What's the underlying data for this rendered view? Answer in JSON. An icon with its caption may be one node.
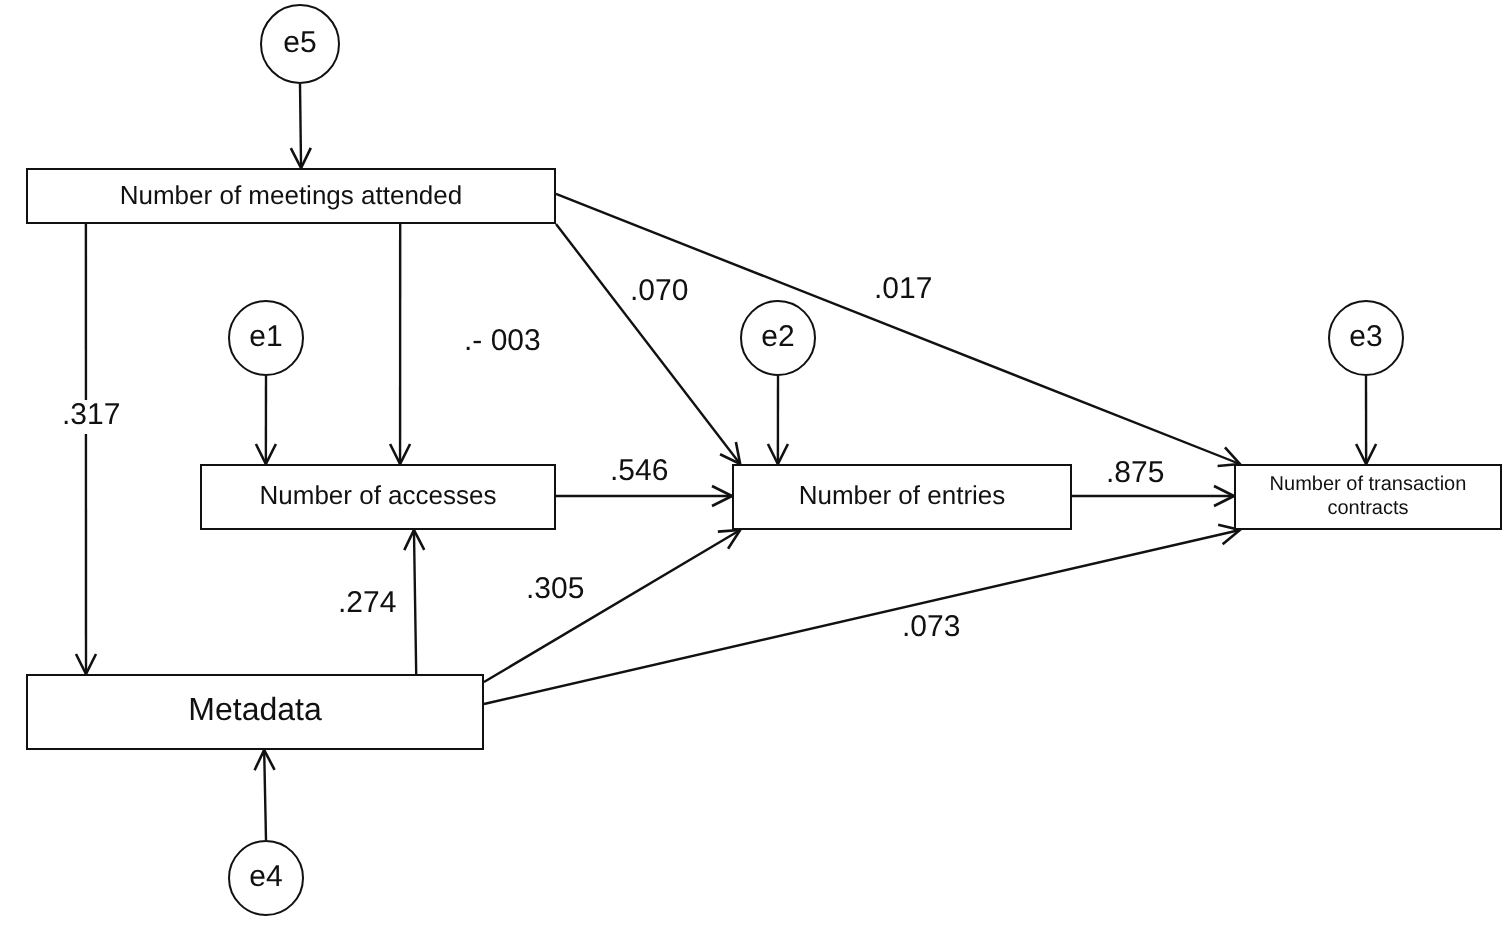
{
  "diagram": {
    "nodes": [
      {
        "text": [
          "e5"
        ]
      },
      {
        "text": [
          "Number of meetings attended"
        ]
      },
      {
        "text": [
          "e1"
        ]
      },
      {
        "text": [
          "Number of accesses"
        ]
      },
      {
        "text": [
          "e2"
        ]
      },
      {
        "text": [
          "Number of entries"
        ]
      },
      {
        "text": [
          "e3"
        ]
      },
      {
        "text": [
          "Number of transaction contracts"
        ]
      },
      {
        "text": [
          "Metadata"
        ]
      },
      {
        "text": [
          "e4"
        ]
      }
    ],
    "edges": [
      {
        "from": 0,
        "to": 1,
        "arrow": "to"
      },
      {
        "from": 1,
        "to": 8,
        "arrow": "to",
        "label": ".317"
      },
      {
        "from": 1,
        "to": 3,
        "arrow": "to",
        "label": ".- 003"
      },
      {
        "from": 1,
        "to": 5,
        "arrow": "to",
        "label": ".070"
      },
      {
        "from": 1,
        "to": 7,
        "arrow": "to",
        "label": ".017"
      },
      {
        "from": 2,
        "to": 3,
        "arrow": "to"
      },
      {
        "from": 4,
        "to": 5,
        "arrow": "to"
      },
      {
        "from": 6,
        "to": 7,
        "arrow": "to"
      },
      {
        "from": 3,
        "to": 5,
        "arrow": "to",
        "label": ".546"
      },
      {
        "from": 5,
        "to": 7,
        "arrow": "to",
        "label": ".875"
      },
      {
        "from": 8,
        "to": 3,
        "arrow": "to",
        "label": ".274"
      },
      {
        "from": 8,
        "to": 5,
        "arrow": "to",
        "label": ".305"
      },
      {
        "from": 8,
        "to": 7,
        "arrow": "to",
        "label": ".073"
      },
      {
        "from": 9,
        "to": 8,
        "arrow": "to"
      }
    ]
  }
}
